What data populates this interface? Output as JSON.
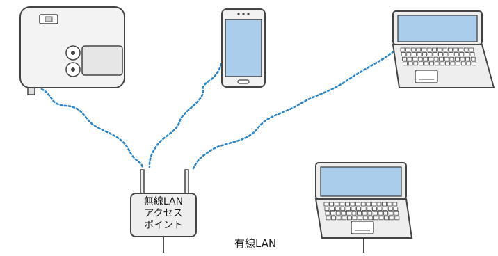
{
  "access_point": {
    "label_lines": [
      "無線LAN",
      "アクセス",
      "ポイント"
    ]
  },
  "wired_label": "有線LAN",
  "colors": {
    "wireless_link": "#2a86c8",
    "device_fill": "#eeeeee",
    "device_stroke": "#444444",
    "screen_fill": "#a9cdea",
    "wire": "#222222"
  }
}
